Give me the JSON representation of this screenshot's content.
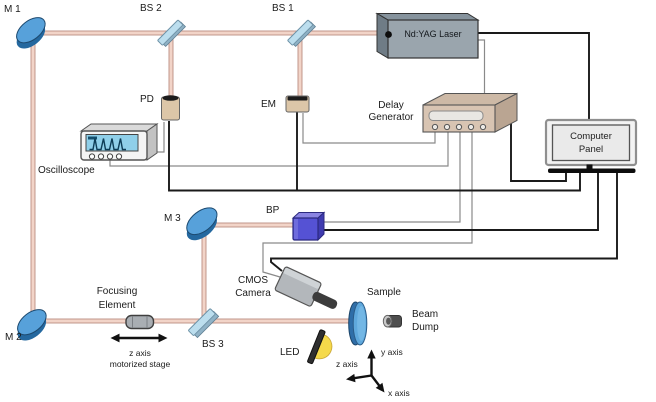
{
  "labels": {
    "m1": "M 1",
    "m2": "M 2",
    "m3": "M 3",
    "bs1": "BS 1",
    "bs2": "BS 2",
    "bs3": "BS 3",
    "laser": "Nd:YAG Laser",
    "pd": "PD",
    "em": "EM",
    "delay_l1": "Delay",
    "delay_l2": "Generator",
    "computer_l1": "Computer",
    "computer_l2": "Panel",
    "oscilloscope": "Oscilloscope",
    "bp": "BP",
    "cmos_l1": "CMOS",
    "cmos_l2": "Camera",
    "focusing_l1": "Focusing",
    "focusing_l2": "Element",
    "led": "LED",
    "sample": "Sample",
    "beam_dump_l1": "Beam",
    "beam_dump_l2": "Dump",
    "stage_l1": "z axis",
    "stage_l2": "motorized stage",
    "axis_y": "y axis",
    "axis_z": "z axis",
    "axis_x": "x axis"
  },
  "colors": {
    "beam_fill": "#f2d4c8",
    "beam_edge": "#bb8d82",
    "mirror_front": "#57a1da",
    "mirror_back": "#24689f",
    "beamsplitter": "#bcdeee",
    "device_tan": "#dcc6a8",
    "laser_gray": "#9aa5ad",
    "delay_tan": "#d8c4b2",
    "bp_purple": "#5552d4",
    "led_yellow": "#f5d94a",
    "screen_blue": "#8fcfe9",
    "sample_blue": "#5fa8dc",
    "wire_gray": "#8a8a8a",
    "wire_black": "#1a1a1a"
  }
}
